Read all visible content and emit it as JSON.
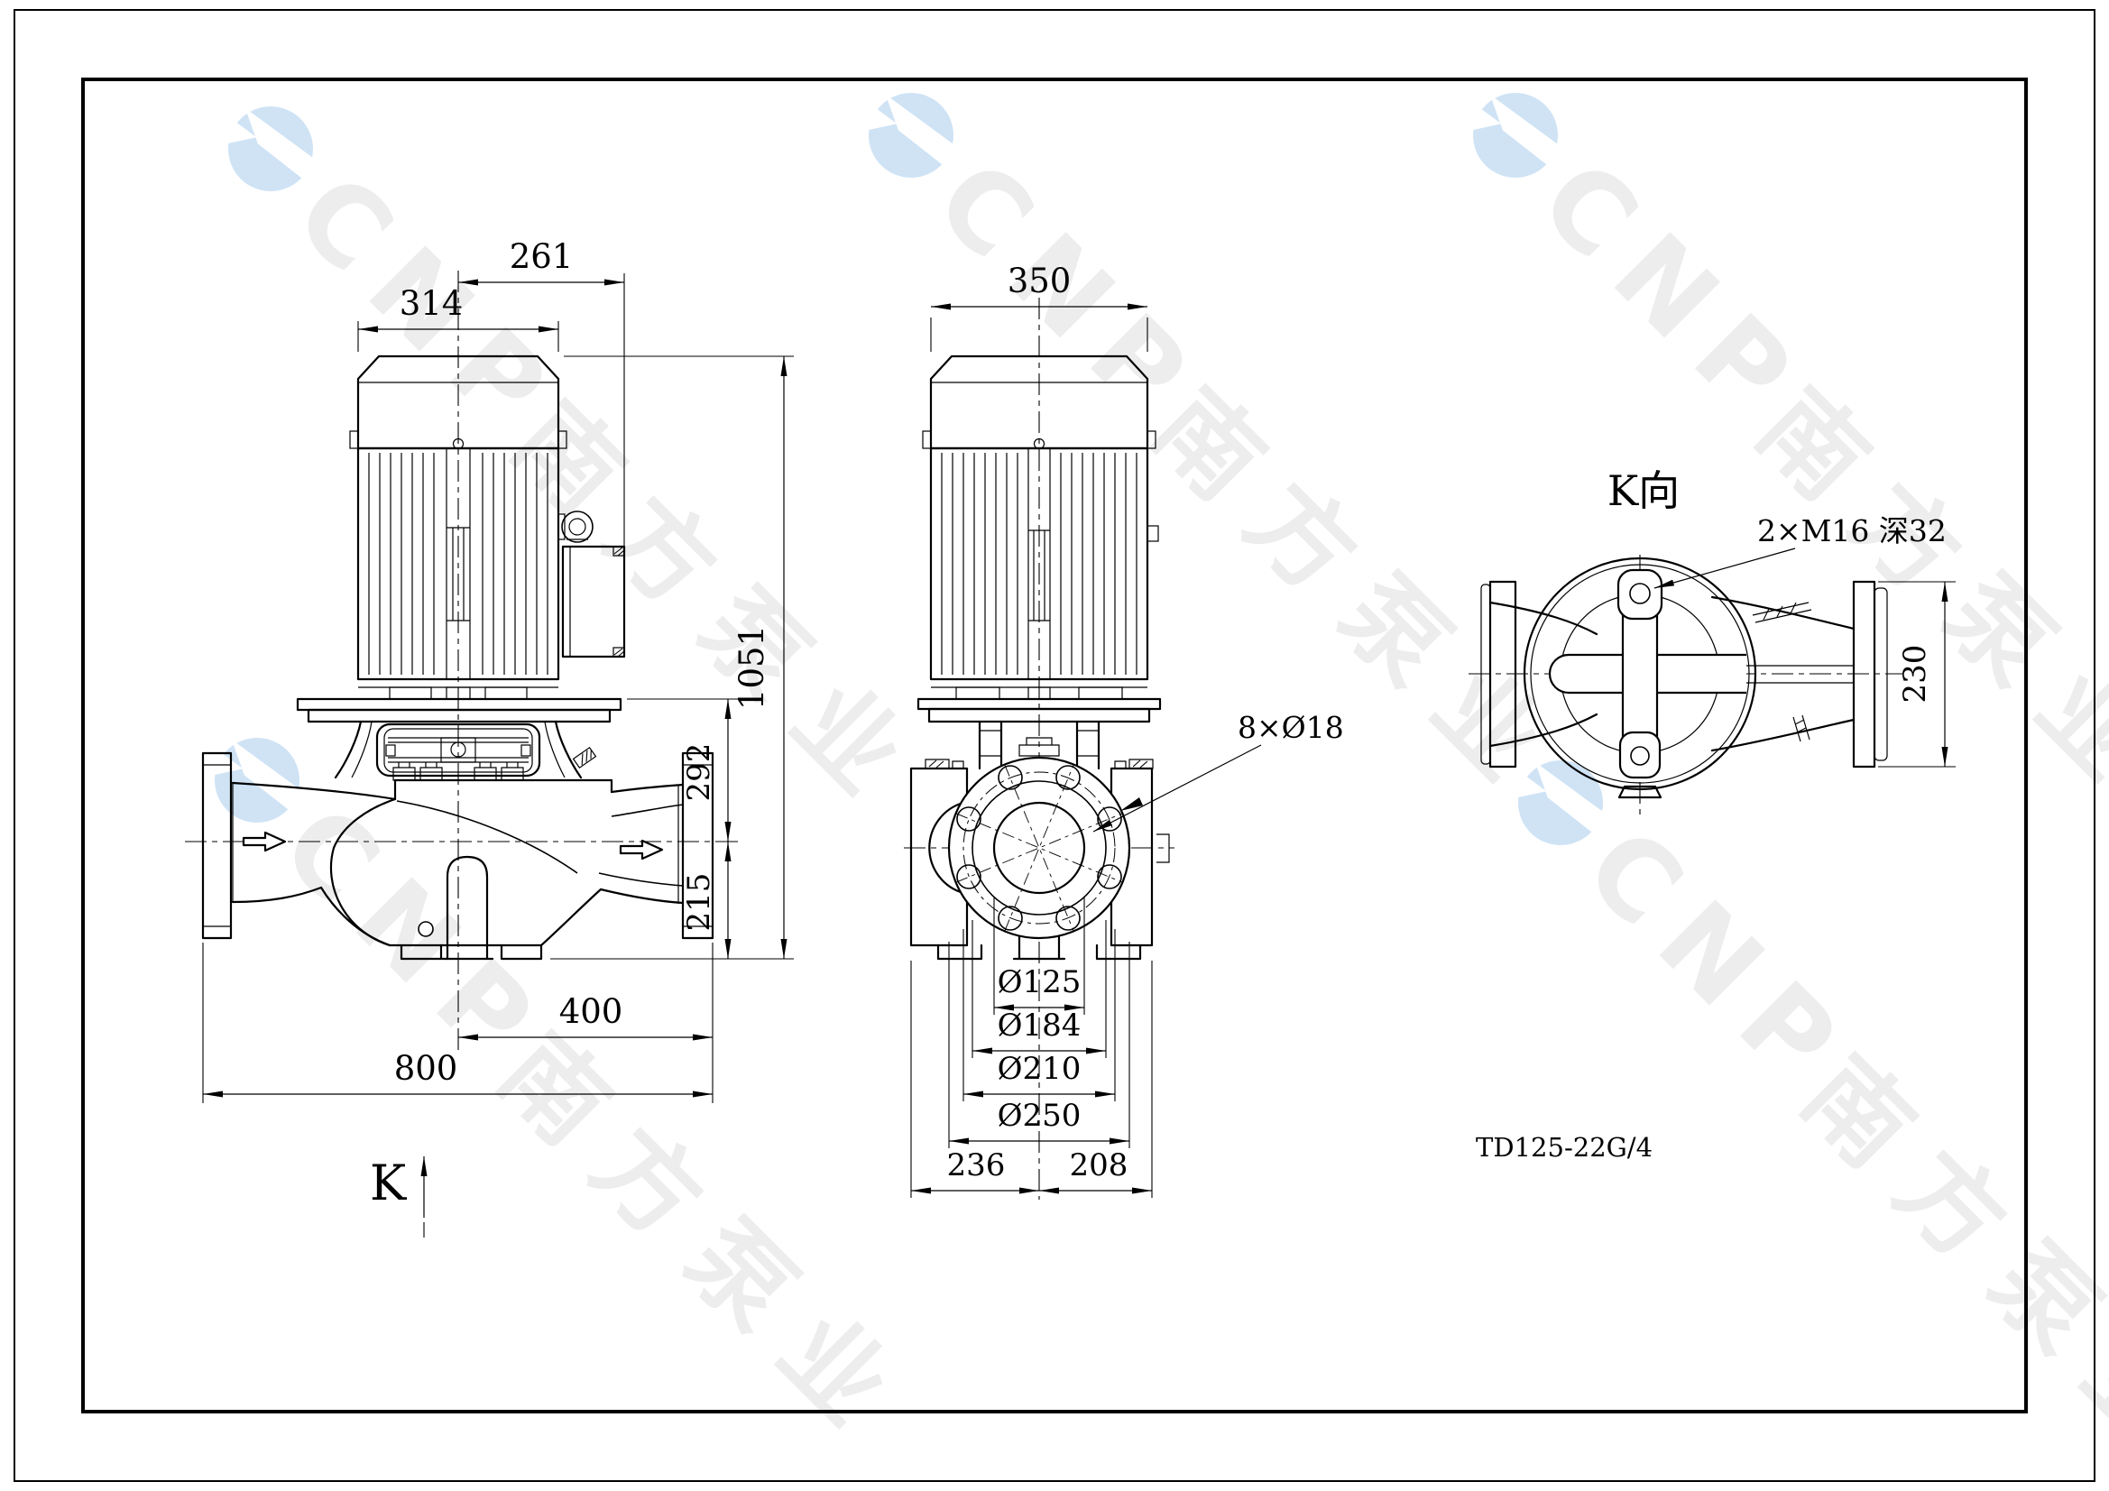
{
  "sheet": {
    "model_label": "TD125-22G/4"
  },
  "style": {
    "line_color": "#000000",
    "background": "#ffffff"
  },
  "watermark": {
    "brand": "CNP",
    "company": "南方泵业",
    "logo_color": "#cfe3f5",
    "text_color": "#ededed"
  },
  "side_view": {
    "dims": {
      "motor_top_offset": "261",
      "motor_width": "314",
      "total_height": "1051",
      "plate_to_axis": "292",
      "axis_to_base": "215",
      "axis_to_discharge_face": "400",
      "flange_span": "800"
    },
    "view_arrow_label": "K"
  },
  "front_view": {
    "dims": {
      "motor_width": "350",
      "bore_dia": "Ø125",
      "raised_face_dia": "Ø184",
      "bolt_circle_dia": "Ø210",
      "flange_od": "Ø250",
      "axis_to_left": "236",
      "axis_to_right": "208"
    },
    "bolt_holes_note": "8×Ø18"
  },
  "k_view": {
    "title": "K向",
    "thread_note": "2×M16 深32",
    "dims": {
      "flange_width": "230"
    }
  }
}
